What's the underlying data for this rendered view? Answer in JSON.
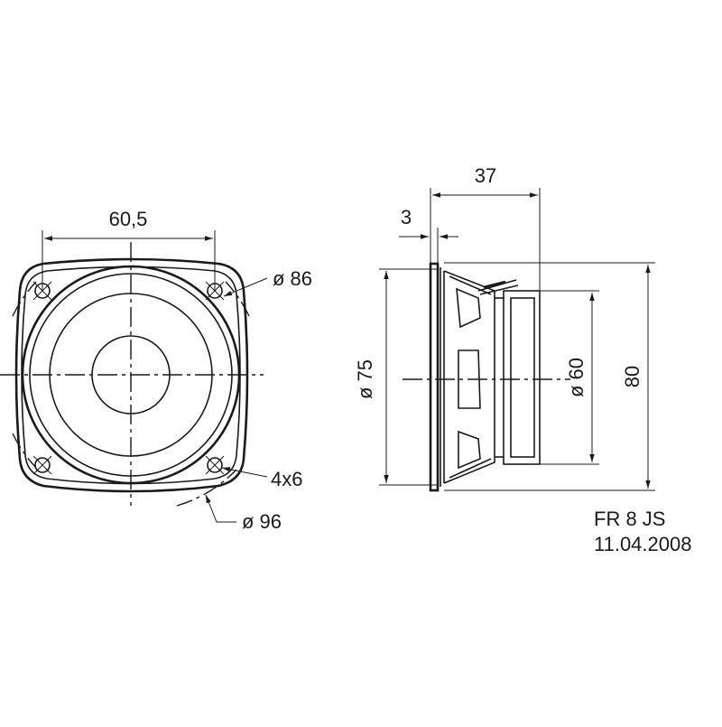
{
  "front_view": {
    "bolt_spacing": "60,5",
    "diameter_86": "ø 86",
    "hole_spec": "4x6",
    "diameter_96": "ø 96"
  },
  "side_view": {
    "depth_total": "37",
    "flange_thickness": "3",
    "diameter_75": "ø 75",
    "diameter_60": "ø 60",
    "height": "80"
  },
  "title_block": {
    "model": "FR 8 JS",
    "date": "11.04.2008"
  }
}
